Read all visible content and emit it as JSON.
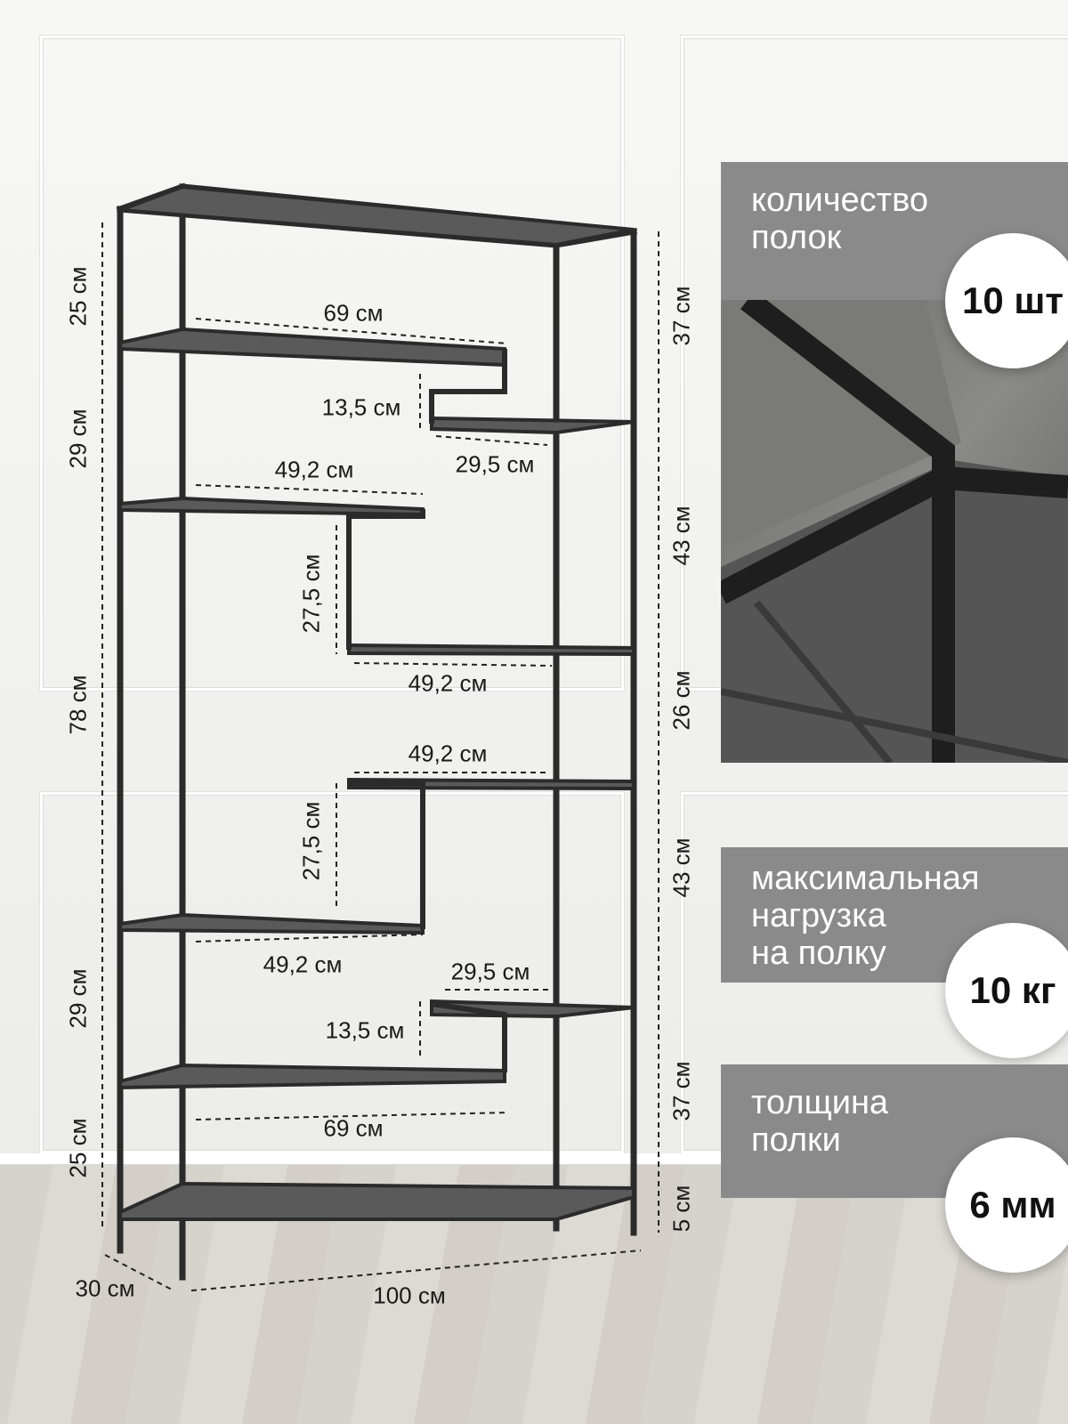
{
  "dimensions": {
    "left": [
      "25 см",
      "29 см",
      "78 см",
      "29 см",
      "25 см"
    ],
    "right": [
      "37 см",
      "43 см",
      "26 см",
      "43 см",
      "37 см",
      "5 см"
    ],
    "shelf_widths": [
      "69 см",
      "29,5 см",
      "49,2 см",
      "49,2 см",
      "49,2 см",
      "49,2 см",
      "29,5 см",
      "69 см"
    ],
    "step_heights": [
      "13,5 см",
      "27,5 см",
      "27,5 см",
      "13,5 см"
    ],
    "depth": "30 см",
    "width": "100 см"
  },
  "specs": [
    {
      "label_1": "количество",
      "label_2": "полок",
      "label_3": "",
      "value": "10 шт"
    },
    {
      "label_1": "максимальная",
      "label_2": "нагрузка",
      "label_3": "на полку",
      "value": "10 кг"
    },
    {
      "label_1": "толщина",
      "label_2": "полки",
      "label_3": "",
      "value": "6 мм"
    }
  ],
  "colors": {
    "card_bg": "#8a8a8a",
    "frame": "#2b2b2b",
    "shelf": "#5a5a5a"
  }
}
